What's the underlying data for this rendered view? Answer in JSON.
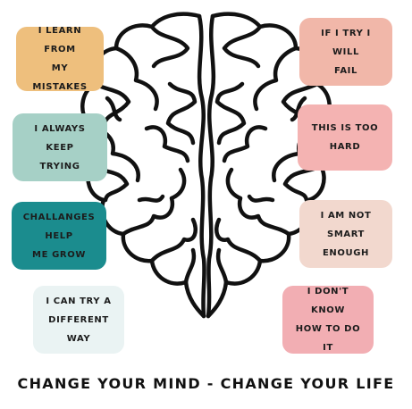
{
  "left_cards": [
    {
      "text": "I LEARN FROM\nMY MISTAKES",
      "color": "#eebf7d"
    },
    {
      "text": "I ALWAYS KEEP\nTRYING",
      "color": "#a6d0c6"
    },
    {
      "text": "CHALLANGES HELP\nME GROW",
      "color": "#1b8c8e"
    },
    {
      "text": "I CAN TRY A\nDIFFERENT WAY",
      "color": "#eaf3f3"
    }
  ],
  "right_cards": [
    {
      "text": "IF I TRY I  WILL\nFAIL",
      "color": "#f1b7a9"
    },
    {
      "text": "THIS IS TOO HARD",
      "color": "#f4b3b2"
    },
    {
      "text": "I AM NOT SMART\nENOUGH",
      "color": "#f2d8ce"
    },
    {
      "text": "I DON'T KNOW\nHOW TO DO IT",
      "color": "#f2aeb3"
    }
  ],
  "caption": "CHANGE YOUR MIND - CHANGE YOUR LIFE",
  "icons": {
    "illustration": "brain-icon"
  }
}
